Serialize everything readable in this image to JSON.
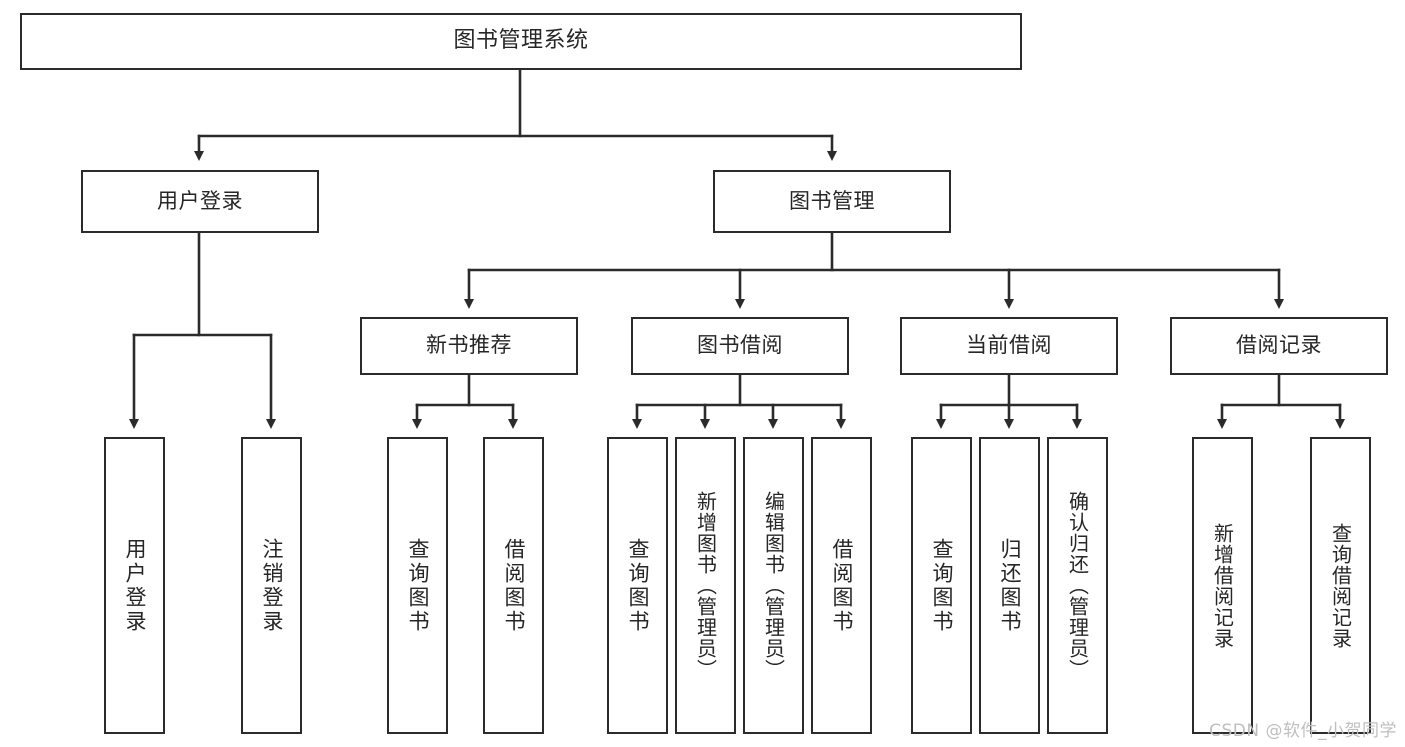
{
  "diagram": {
    "type": "tree",
    "title": "图书管理系统",
    "root": {
      "id": "root",
      "label": "图书管理系统"
    },
    "level1": [
      {
        "id": "user-login",
        "label": "用户登录"
      },
      {
        "id": "book-manage",
        "label": "图书管理"
      }
    ],
    "level2": [
      {
        "id": "new-book-rec",
        "label": "新书推荐",
        "parent": "book-manage"
      },
      {
        "id": "book-borrow",
        "label": "图书借阅",
        "parent": "book-manage"
      },
      {
        "id": "current-borrow",
        "label": "当前借阅",
        "parent": "book-manage"
      },
      {
        "id": "borrow-record",
        "label": "借阅记录",
        "parent": "book-manage"
      }
    ],
    "leaves": [
      {
        "id": "leaf-1",
        "label": "用户登录",
        "parent": "user-login"
      },
      {
        "id": "leaf-2",
        "label": "注销登录",
        "parent": "user-login"
      },
      {
        "id": "leaf-3",
        "label": "查询图书",
        "parent": "new-book-rec"
      },
      {
        "id": "leaf-4",
        "label": "借阅图书",
        "parent": "new-book-rec"
      },
      {
        "id": "leaf-5",
        "label": "查询图书",
        "parent": "book-borrow"
      },
      {
        "id": "leaf-6",
        "label": "新增图书（管理员）",
        "parent": "book-borrow"
      },
      {
        "id": "leaf-7",
        "label": "编辑图书（管理员）",
        "parent": "book-borrow"
      },
      {
        "id": "leaf-8",
        "label": "借阅图书",
        "parent": "book-borrow"
      },
      {
        "id": "leaf-9",
        "label": "查询图书",
        "parent": "current-borrow"
      },
      {
        "id": "leaf-10",
        "label": "归还图书",
        "parent": "current-borrow"
      },
      {
        "id": "leaf-11",
        "label": "确认归还（管理员）",
        "parent": "current-borrow"
      },
      {
        "id": "leaf-12",
        "label": "新增借阅记录",
        "parent": "borrow-record"
      },
      {
        "id": "leaf-13",
        "label": "查询借阅记录",
        "parent": "borrow-record"
      }
    ]
  },
  "watermark": {
    "text": "CSDN @软件_小贺同学"
  },
  "colors": {
    "box_border": "#2b2b2b",
    "box_fill": "#ffffff",
    "text": "#262626",
    "connector": "#2b2b2b",
    "watermark": "#bfbfbf",
    "background": "#ffffff"
  }
}
